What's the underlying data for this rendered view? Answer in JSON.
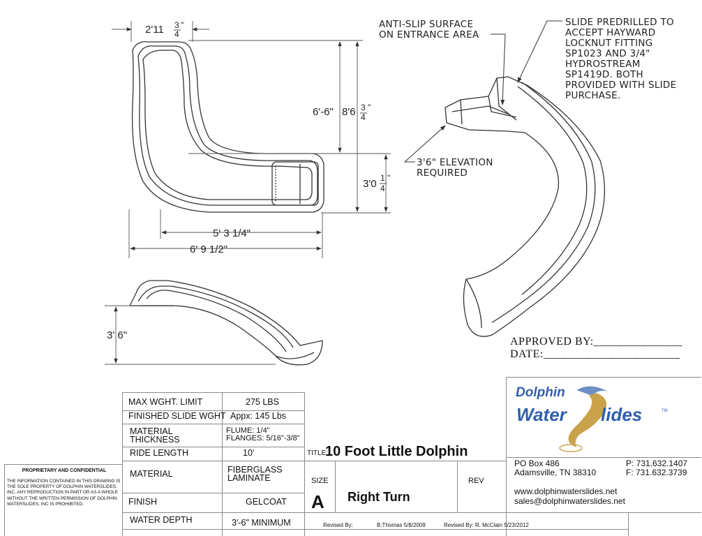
{
  "dims": {
    "top_width": "2'11",
    "top_width_frac_num": "3",
    "top_width_frac_den": "4",
    "height_inner": "6'-6\"",
    "height_total": "8'6",
    "height_total_frac_num": "3",
    "height_total_frac_den": "4",
    "exit_height": "3'0",
    "exit_height_frac_num": "1",
    "exit_height_frac_den": "4",
    "inner_width": "5' 3 1/4\"",
    "total_width": "6' 9 1/2\"",
    "side_height": "3' 6\""
  },
  "notes": {
    "anti_slip": [
      "ANTI-SLIP SURFACE",
      "ON ENTRANCE AREA"
    ],
    "predrilled": [
      "SLIDE PREDRILLED TO",
      "ACCEPT HAYWARD",
      "LOCKNUT FITTING",
      "SP1023 AND 3/4\"",
      "HYDROSTREAM",
      "SP1419D. BOTH",
      "PROVIDED WITH SLIDE",
      "PURCHASE."
    ],
    "elevation": [
      "3'6\" ELEVATION",
      "REQUIRED"
    ]
  },
  "approval": {
    "approved_by": "APPROVED BY:_______________",
    "date": "DATE:_______________________"
  },
  "specs": [
    {
      "label": "MAX WGHT. LIMIT",
      "value": "275 LBS"
    },
    {
      "label": "FINISHED SLIDE WGHT",
      "value": "Appx:  145 Lbs"
    },
    {
      "label": "MATERIAL\nTHICKNESS",
      "value": "FLUME:  1/4\"\nFLANGES: 5/16\"-3/8\""
    },
    {
      "label": "RIDE LENGTH",
      "value": "10'"
    },
    {
      "label": "MATERIAL",
      "value": "FIBERGLASS\nLAMINATE"
    },
    {
      "label": "FINISH",
      "value": "GELCOAT"
    },
    {
      "label": "WATER DEPTH",
      "value": "3'-6\" MINIMUM"
    }
  ],
  "proprietary": {
    "title": "PROPRIETARY AND CONFIDENTIAL",
    "body": "THE INFORMATION CONTAINED IN THIS DRAWING IS THE SOLE PROPERTY OF DOLPHIN WATERSLIDES, INC.  ANY REPRODUCTION IN PART OR AS A WHOLE WITHOUT THE WRITTEN PERMISSION OF DOLPHIN WATERSLIDES, INC IS PROHIBITED."
  },
  "title_block": {
    "title_label": "TITLE:",
    "title": "10 Foot Little Dolphin",
    "size_label": "SIZE",
    "size": "A",
    "subtitle": "Right Turn",
    "rev_label": "REV",
    "revised_by_label": "Revised By:",
    "revised_by_1": "B.Thomas   5/8/2009",
    "revised_by_2": "Revised By: R. McClain   5/23/2012"
  },
  "company": {
    "logo_line1": "Dolphin",
    "logo_line2a": "Water",
    "logo_line2b": "lides",
    "logo_tm": "TM",
    "po_box": "PO Box 486",
    "city": "Adamsville, TN 38310",
    "phone": "P: 731.632.1407",
    "fax": "F: 731.632.3739",
    "website": "www.dolphinwaterslides.net",
    "email": "sales@dolphinwaterslides.net",
    "colors": {
      "brand_blue": "#2f5fae",
      "brand_gold": "#c9a24a"
    }
  }
}
